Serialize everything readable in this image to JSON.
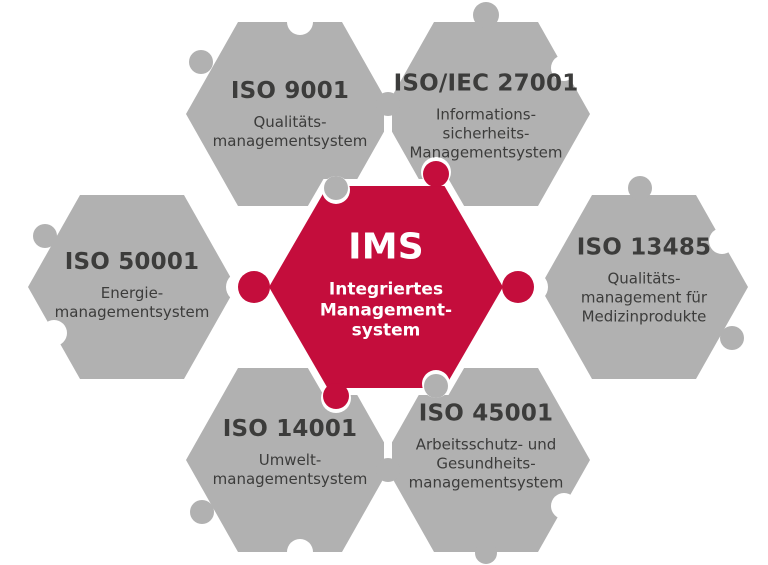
{
  "colors": {
    "piece_gray": "#b1b1b1",
    "center_red": "#c40d3c",
    "notch_white": "#ffffff",
    "title_text": "#3c3c3b",
    "center_text": "#ffffff"
  },
  "center": {
    "title": "IMS",
    "subtitle": "Integriertes\nManagement-\nsystem"
  },
  "pieces": [
    {
      "id": "iso-9001",
      "position": "top-left",
      "title": "ISO 9001",
      "subtitle": "Qualitäts-\nmanagementsystem"
    },
    {
      "id": "iso-iec-27001",
      "position": "top-right",
      "title": "ISO/IEC 27001",
      "subtitle": "Informations-\nsicherheits-\nManagementsystem"
    },
    {
      "id": "iso-50001",
      "position": "left",
      "title": "ISO 50001",
      "subtitle": "Energie-\nmanagementsystem"
    },
    {
      "id": "iso-13485",
      "position": "right",
      "title": "ISO 13485",
      "subtitle": "Qualitäts-\nmanagement für\nMedizinprodukte"
    },
    {
      "id": "iso-14001",
      "position": "bottom-left",
      "title": "ISO 14001",
      "subtitle": "Umwelt-\nmanagementsystem"
    },
    {
      "id": "iso-45001",
      "position": "bottom-right",
      "title": "ISO 45001",
      "subtitle": "Arbeitsschutz- und\nGesundheits-\nmanagementsystem"
    }
  ]
}
